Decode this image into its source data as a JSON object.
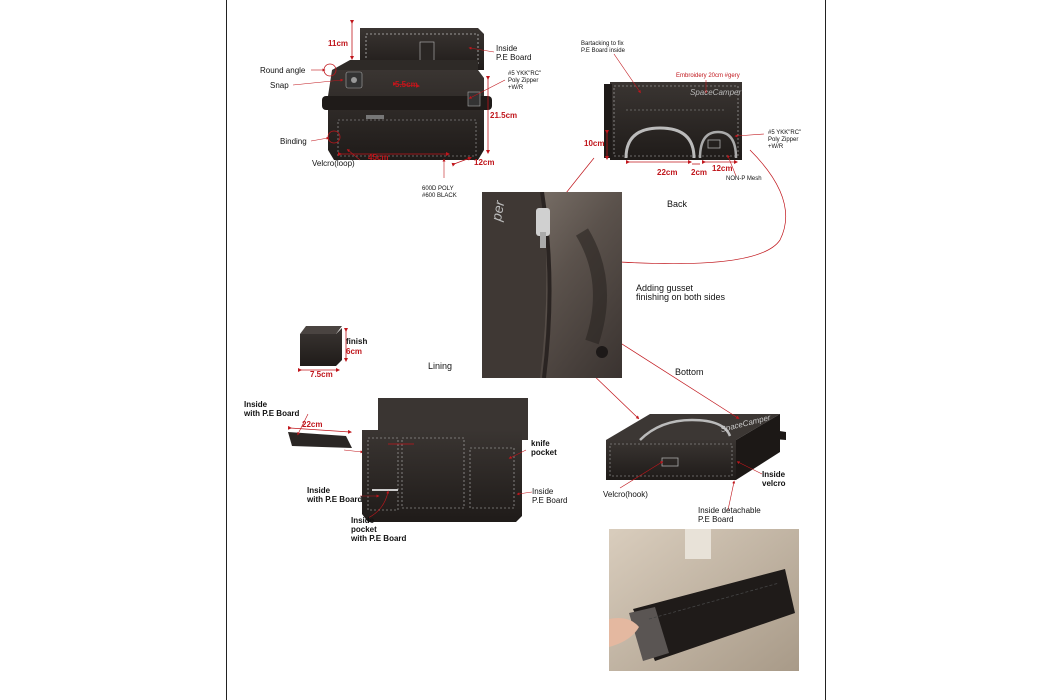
{
  "colors": {
    "annotation": "#c0161c",
    "bag": "#2a2624",
    "stitch": "#bfbfbf",
    "photo_bg": "#7a7068",
    "floor": "#bfb3a3"
  },
  "main_bag": {
    "dim_height": "11cm",
    "label_round_angle": "Round angle",
    "label_snap": "Snap",
    "label_binding": "Binding",
    "label_velcro_loop": "Velcro(loop)",
    "dim_length": "45cm",
    "dim_depth": "12cm",
    "dim_total_height": "21.5cm",
    "dim_inner": "5.5cm",
    "label_inside_pe": "Inside\nP.E Board",
    "label_zipper": "#5 YKK\"RC\"\nPoly Zipper\n+W/R",
    "label_fabric": "600D POLY\n#600 BLACK"
  },
  "back_view": {
    "label_bartacking": "Bartacking to fix\nP.E Board inside",
    "label_embroidery": "Embroidery 20cm #gery",
    "brand": "SpaceCamper",
    "label_zipper": "#5 YKK\"RC\"\nPoly Zipper\n+W/R",
    "dim_10": "10cm",
    "dim_22": "22cm",
    "dim_2": "2cm",
    "dim_12": "12cm",
    "label_mesh": "NON-P Mesh",
    "caption": "Back"
  },
  "gusset": {
    "label": "Adding gusset\nfinishing on both sides",
    "photo_text": "per"
  },
  "lining": {
    "caption": "Lining",
    "finish": "finish",
    "dim_6": "6cm",
    "dim_7_5": "7.5cm",
    "label_inside_pe_left": "Inside\nwith P.E Board",
    "dim_22": "22cm",
    "label_knife": "knife\npocket",
    "label_inside_pe_right": "Inside\nP.E Board",
    "label_inside_pe_bottom": "Inside\nwith P.E Board",
    "label_pocket": "Inside\npocket\nwith P.E Board"
  },
  "bottom_view": {
    "caption": "Bottom",
    "brand": "SpaceCamper",
    "label_velcro_hook": "Velcro(hook)",
    "label_inside_velcro": "Inside\nvelcro",
    "label_detachable": "Inside detachable\nP.E Board"
  }
}
